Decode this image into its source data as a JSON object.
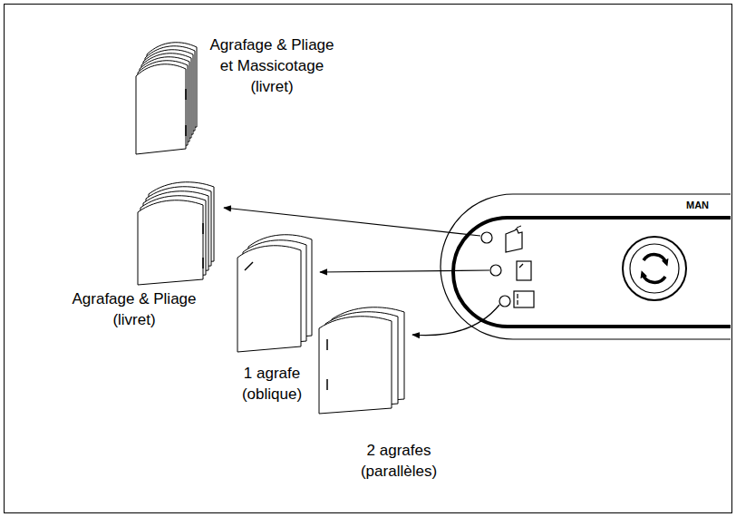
{
  "diagram": {
    "labels": [
      "Agrafage & Pliage et Massicotage (livret)",
      "Agrafage & Pliage (livret)",
      "1 agrafe (oblique)",
      "2 agrafes (parallèles)",
      "MAN"
    ]
  }
}
